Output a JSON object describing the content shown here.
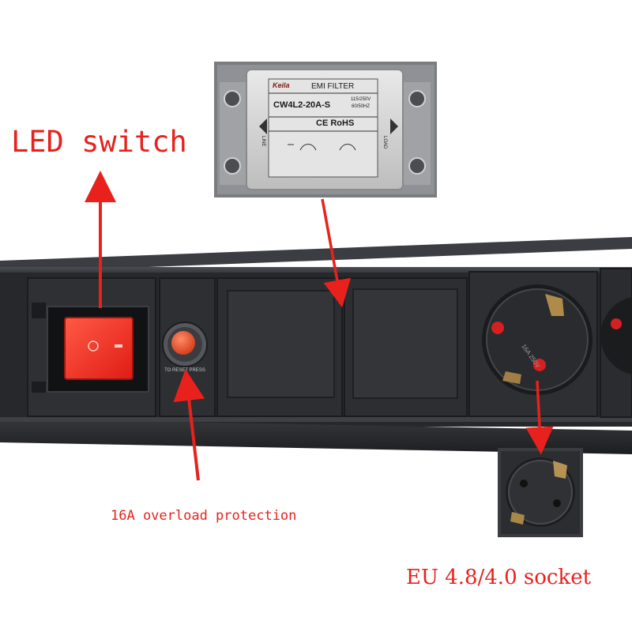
{
  "labels": {
    "led_switch": "LED switch",
    "overload": "16A overload protection",
    "socket": "EU 4.8/4.0 socket"
  },
  "emi_filter": {
    "brand": "Keila",
    "title": "EMI FILTER",
    "model": "CW4L2-20A-S",
    "rating_v": "115/250V",
    "rating_hz": "60/50HZ",
    "cert": "CE RoHS",
    "line": "LINE",
    "load": "LOAD"
  },
  "breaker": {
    "text": "TO RESET PRESS"
  },
  "socket_marking": "16A 250V",
  "colors": {
    "accent_red": "#e8211c",
    "panel_dark": "#2c2d30",
    "switch_red": "#f0281e"
  }
}
